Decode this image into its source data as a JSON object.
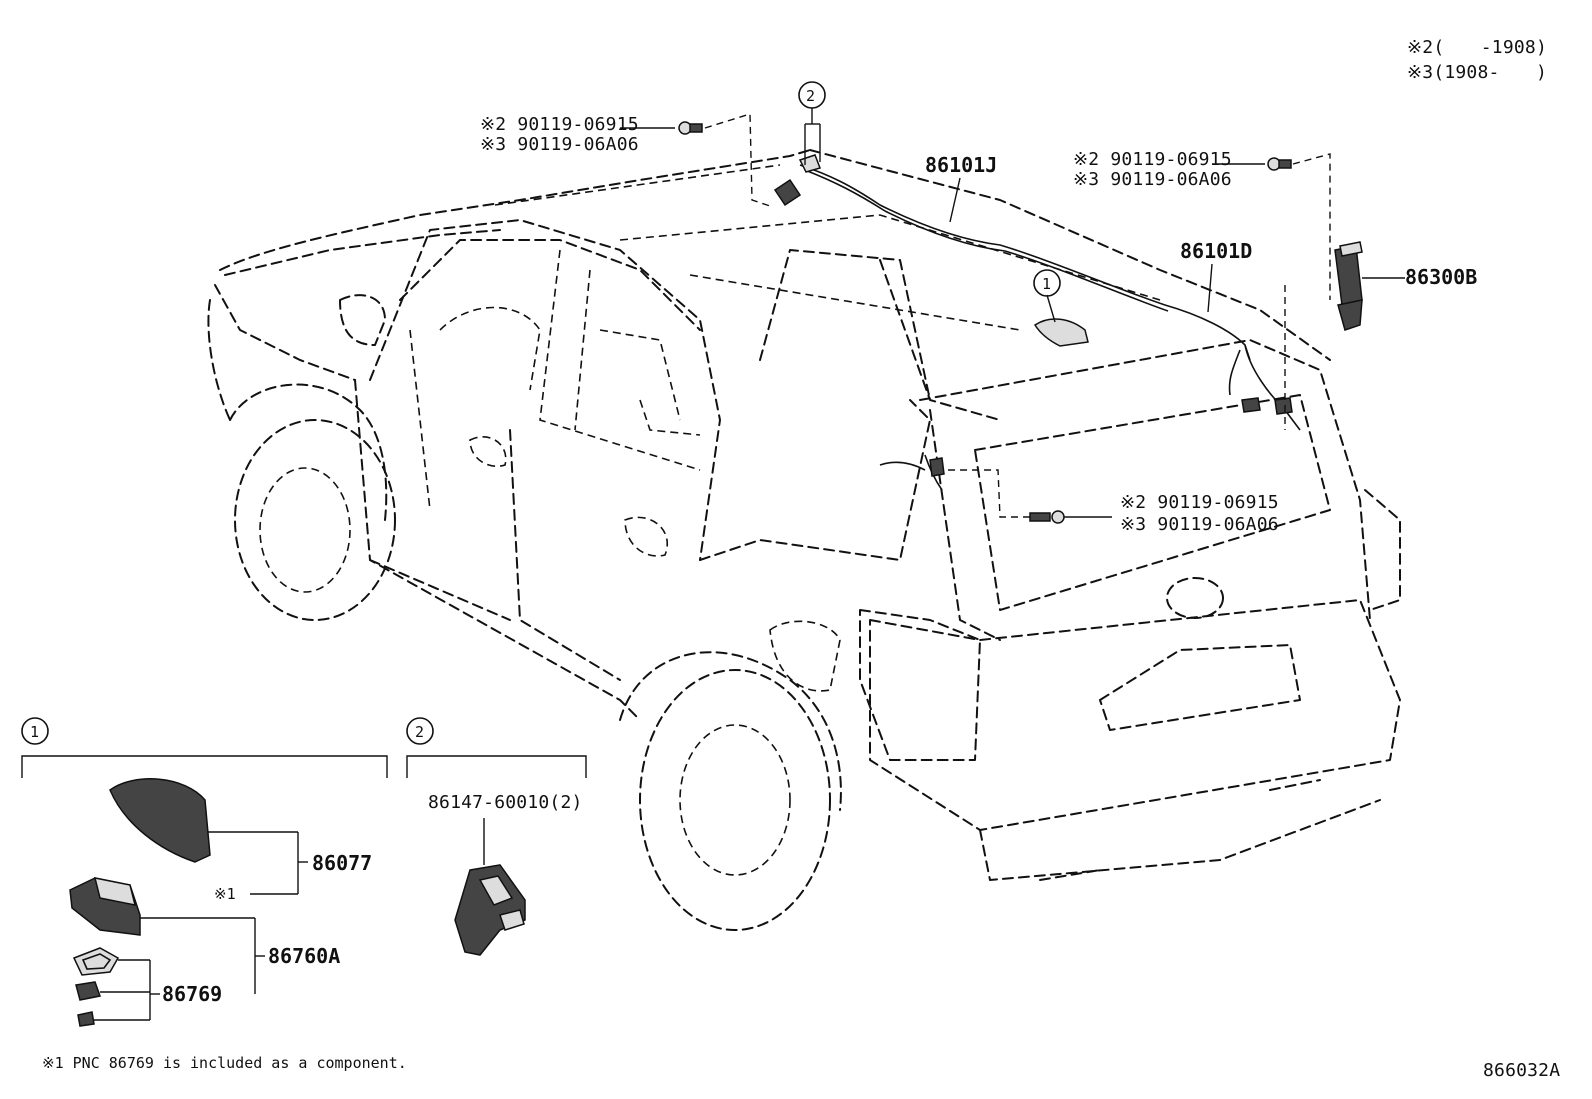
{
  "legend": {
    "line1": "※2(　　-1908)",
    "line2": "※3(1908-　　)"
  },
  "circle_markers": {
    "one": "1",
    "two": "2"
  },
  "bolts": {
    "top_left": {
      "a": "※2 90119-06915",
      "b": "※3 90119-06A06"
    },
    "top_right": {
      "a": "※2 90119-06915",
      "b": "※3 90119-06A06"
    },
    "rear": {
      "a": "※2 90119-06915",
      "b": "※3 90119-06A06"
    }
  },
  "parts": {
    "p86101J": "86101J",
    "p86101D": "86101D",
    "p86300B": "86300B",
    "p86077": "86077",
    "p86760A": "86760A",
    "p86769": "86769",
    "p86147": "86147-60010(2)",
    "note_ref": "※1"
  },
  "footnote": "※1 PNC 86769 is included as a component.",
  "figure_code": "866032A"
}
